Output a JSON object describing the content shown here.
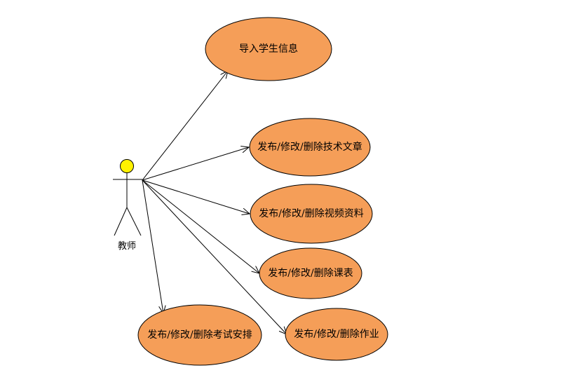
{
  "actor": {
    "label": "教师",
    "head_color": "#FFF200"
  },
  "usecase_color": "#F59E58",
  "usecases": [
    {
      "id": "import-student-info",
      "label": "导入学生信息"
    },
    {
      "id": "manage-tech-articles",
      "label": "发布/修改/删除技术文章"
    },
    {
      "id": "manage-video-materials",
      "label": "发布/修改/删除视频资料"
    },
    {
      "id": "manage-timetable",
      "label": "发布/修改/删除课表"
    },
    {
      "id": "manage-exam-schedule",
      "label": "发布/修改/删除考试安排"
    },
    {
      "id": "manage-homework",
      "label": "发布/修改/删除作业"
    }
  ]
}
